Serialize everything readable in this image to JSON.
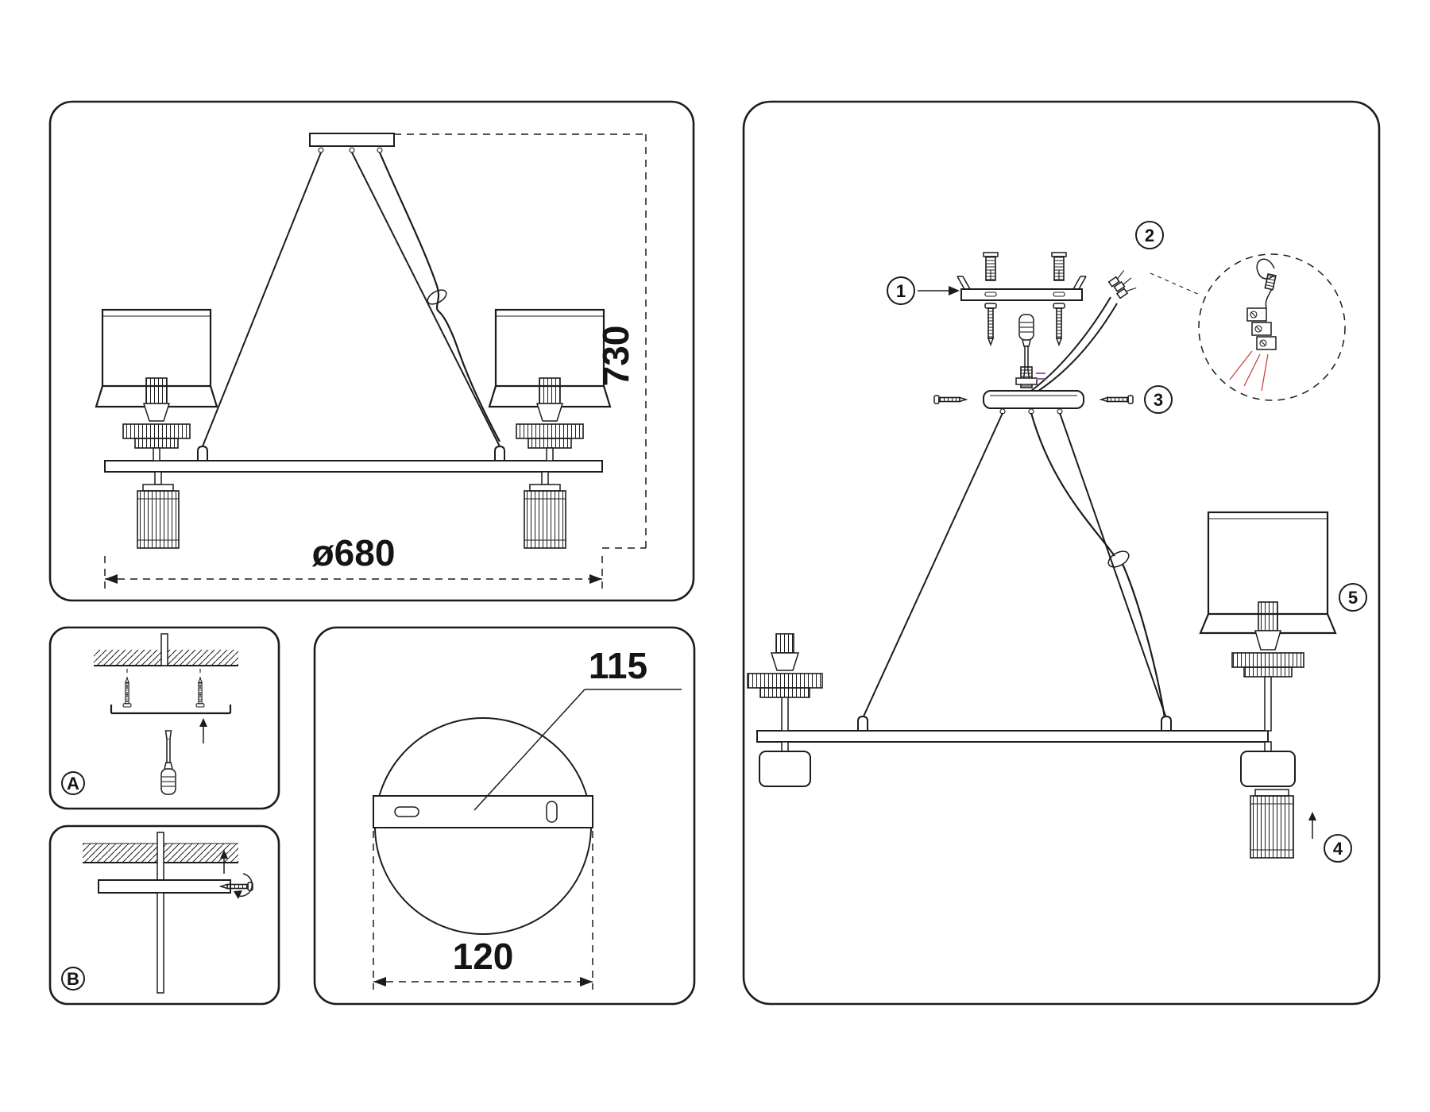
{
  "colors": {
    "line": "#1c1c1c",
    "wire_red": "#cc4444",
    "wire_purple": "#9b59b6"
  },
  "overview": {
    "height_label": "730",
    "diameter_label": "ø680"
  },
  "panel_a": {
    "badge": "A"
  },
  "panel_b": {
    "badge": "B"
  },
  "canopy": {
    "hole_spacing_label": "115",
    "plate_width_label": "120"
  },
  "assembly": {
    "steps": [
      "1",
      "2",
      "3",
      "4",
      "5"
    ]
  }
}
